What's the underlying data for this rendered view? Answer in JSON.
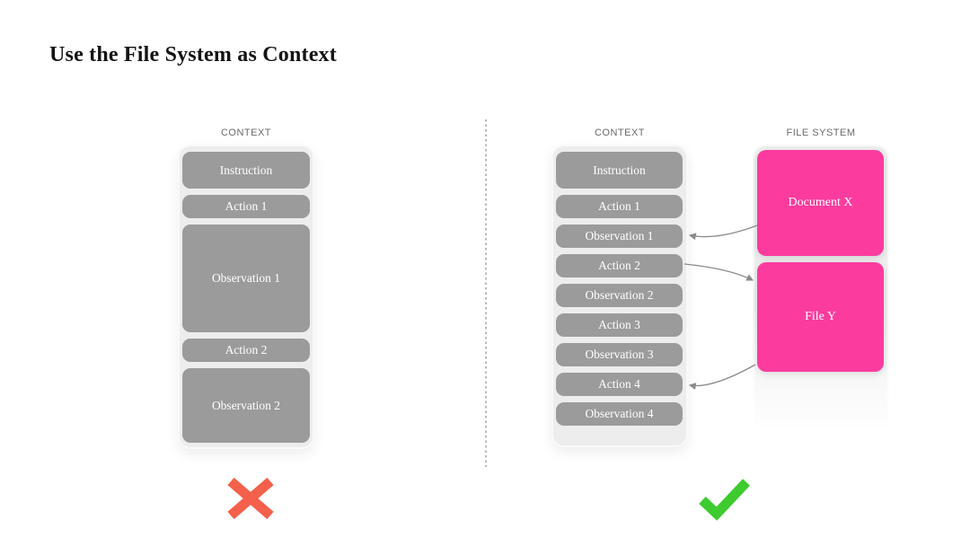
{
  "title": "Use the File System as Context",
  "left": {
    "label": "CONTEXT",
    "boxes": [
      "Instruction",
      "Action 1",
      "Observation 1",
      "Action 2",
      "Observation 2"
    ],
    "verdict_icon": "cross-icon"
  },
  "right": {
    "context": {
      "label": "CONTEXT",
      "boxes": [
        "Instruction",
        "Action 1",
        "Observation 1",
        "Action 2",
        "Observation 2",
        "Action 3",
        "Observation 3",
        "Action 4",
        "Observation 4"
      ]
    },
    "file_system": {
      "label": "FILE SYSTEM",
      "boxes": [
        "Document X",
        "File Y"
      ]
    },
    "connections": [
      {
        "from": "Document X",
        "to": "Observation 1"
      },
      {
        "from": "Action 2",
        "to": "File Y"
      },
      {
        "from": "File Y",
        "to": "Action 4"
      }
    ],
    "verdict_icon": "check-icon"
  },
  "colors": {
    "pink": "#fb3c9e",
    "box_gray": "#9b9b9b",
    "container_gray": "#ededed",
    "cross_red": "#f4604c",
    "check_green": "#3dcb2f",
    "arrow_gray": "#8b8b8b"
  }
}
